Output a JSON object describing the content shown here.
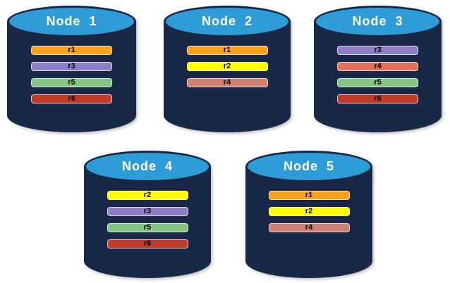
{
  "diagram": {
    "background": "#FFFFFF",
    "palette": {
      "cylinder_body": "#1A2847",
      "cylinder_top": "#2E9CD6",
      "title_color": "#FFFFFF",
      "bar_text_color": "#000000",
      "replica_colors": {
        "r1": "#F9A11B",
        "r2": "#FDFD00",
        "r3": "#8C7DC4",
        "r4": "#D17E72",
        "r5": "#85C583",
        "r6": "#C23A28"
      }
    }
  },
  "nodes": [
    {
      "title": "Node  1",
      "replicas": [
        {
          "label": "r1",
          "color": "#F9A11B"
        },
        {
          "label": "r3",
          "color": "#8C7DC4"
        },
        {
          "label": "r5",
          "color": "#85C583"
        },
        {
          "label": "r6",
          "color": "#C23A28"
        }
      ]
    },
    {
      "title": "Node  2",
      "replicas": [
        {
          "label": "r1",
          "color": "#F9A11B"
        },
        {
          "label": "r2",
          "color": "#FDFD00"
        },
        {
          "label": "r4",
          "color": "#D17E72"
        }
      ]
    },
    {
      "title": "Node  3",
      "replicas": [
        {
          "label": "r3",
          "color": "#8C7DC4"
        },
        {
          "label": "r4",
          "color": "#E1705B"
        },
        {
          "label": "r5",
          "color": "#85C583"
        },
        {
          "label": "r6",
          "color": "#C23A28"
        }
      ]
    },
    {
      "title": "Node  4",
      "replicas": [
        {
          "label": "r2",
          "color": "#FDFD00"
        },
        {
          "label": "r3",
          "color": "#8C7DC4"
        },
        {
          "label": "r5",
          "color": "#85C583"
        },
        {
          "label": "r6",
          "color": "#C23A28"
        }
      ]
    },
    {
      "title": "Node  5",
      "replicas": [
        {
          "label": "r1",
          "color": "#F9A11B"
        },
        {
          "label": "r2",
          "color": "#FDFD00"
        },
        {
          "label": "r4",
          "color": "#D17E72"
        }
      ]
    }
  ]
}
